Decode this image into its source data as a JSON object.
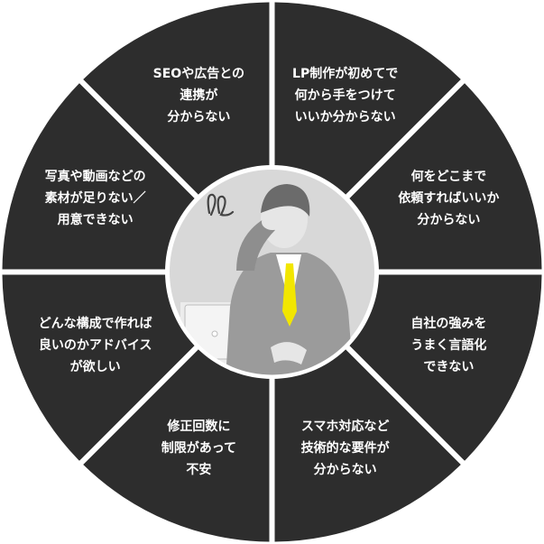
{
  "colors": {
    "segment": "#2d2d2d",
    "divider": "#ffffff",
    "center_bg": "#d9d9d9",
    "accent_tie": "#f2e600"
  },
  "center_icon": "worried-businessman-holding-head",
  "segments": [
    {
      "lines": [
        "LP制作が初めてで",
        "何から手をつけて",
        "いいか分からない"
      ]
    },
    {
      "lines": [
        "何をどこまで",
        "依頼すればいいか",
        "分からない"
      ]
    },
    {
      "lines": [
        "自社の強みを",
        "うまく言語化",
        "できない"
      ]
    },
    {
      "lines": [
        "スマホ対応など",
        "技術的な要件が",
        "分からない"
      ]
    },
    {
      "lines": [
        "修正回数に",
        "制限があって",
        "不安"
      ]
    },
    {
      "lines": [
        "どんな構成で作れば",
        "良いのかアドバイス",
        "が欲しい"
      ]
    },
    {
      "lines": [
        "写真や動画などの",
        "素材が足りない／",
        "用意できない"
      ]
    },
    {
      "lines": [
        "SEOや広告との",
        "連携が",
        "分からない"
      ]
    }
  ]
}
